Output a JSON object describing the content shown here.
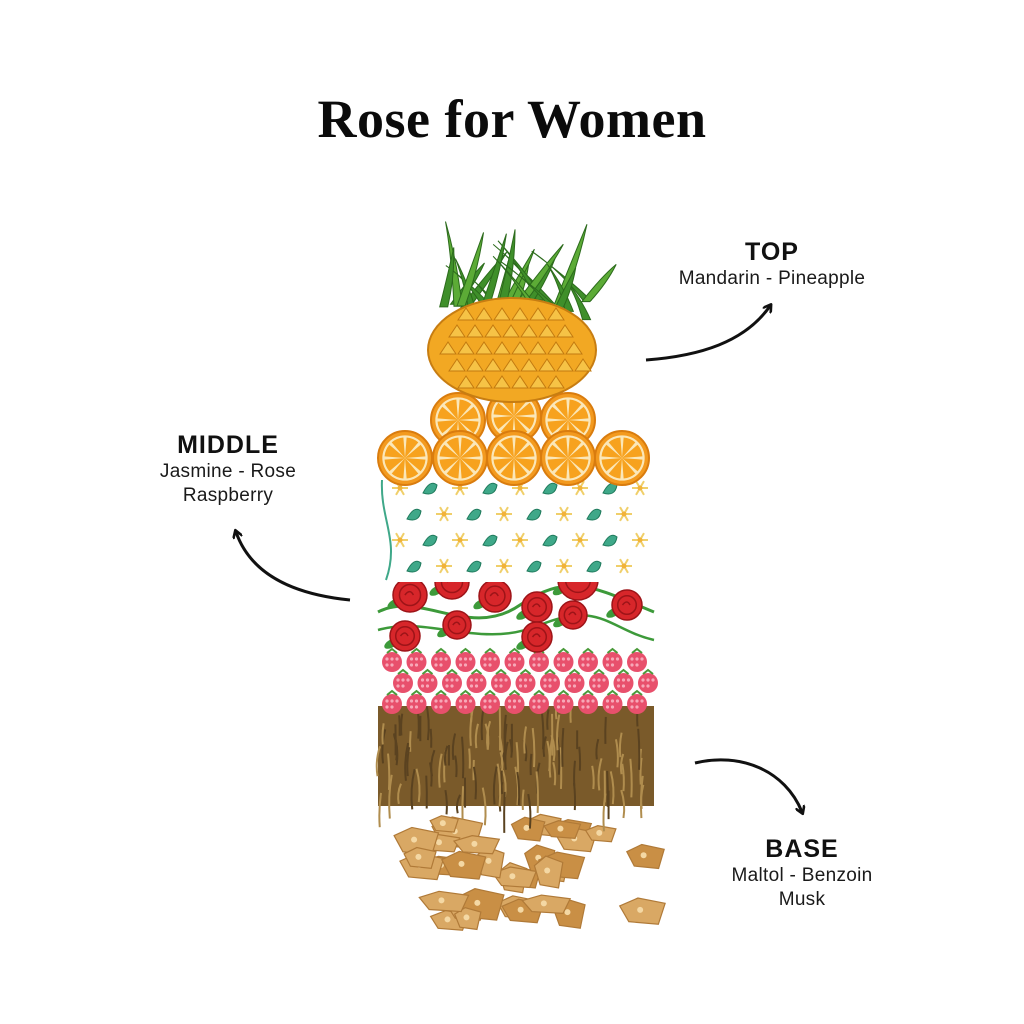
{
  "title": "Rose for Women",
  "notes": {
    "top": {
      "heading": "TOP",
      "lines": [
        "Mandarin - Pineapple"
      ]
    },
    "middle": {
      "heading": "MIDDLE",
      "lines": [
        "Jasmine - Rose",
        "Raspberry"
      ]
    },
    "base": {
      "heading": "BASE",
      "lines": [
        "Maltol - Benzoin",
        "Musk"
      ]
    }
  },
  "colors": {
    "pineapple": "#f2a823",
    "leaf": "#3f8f2a",
    "orange": "#f39a1f",
    "jasmine_leaf": "#3fa889",
    "rose": "#d7262a",
    "raspberry": "#e8506c",
    "musk_fur": "#8a6a35",
    "benzoin_resin": "#d9a864"
  }
}
